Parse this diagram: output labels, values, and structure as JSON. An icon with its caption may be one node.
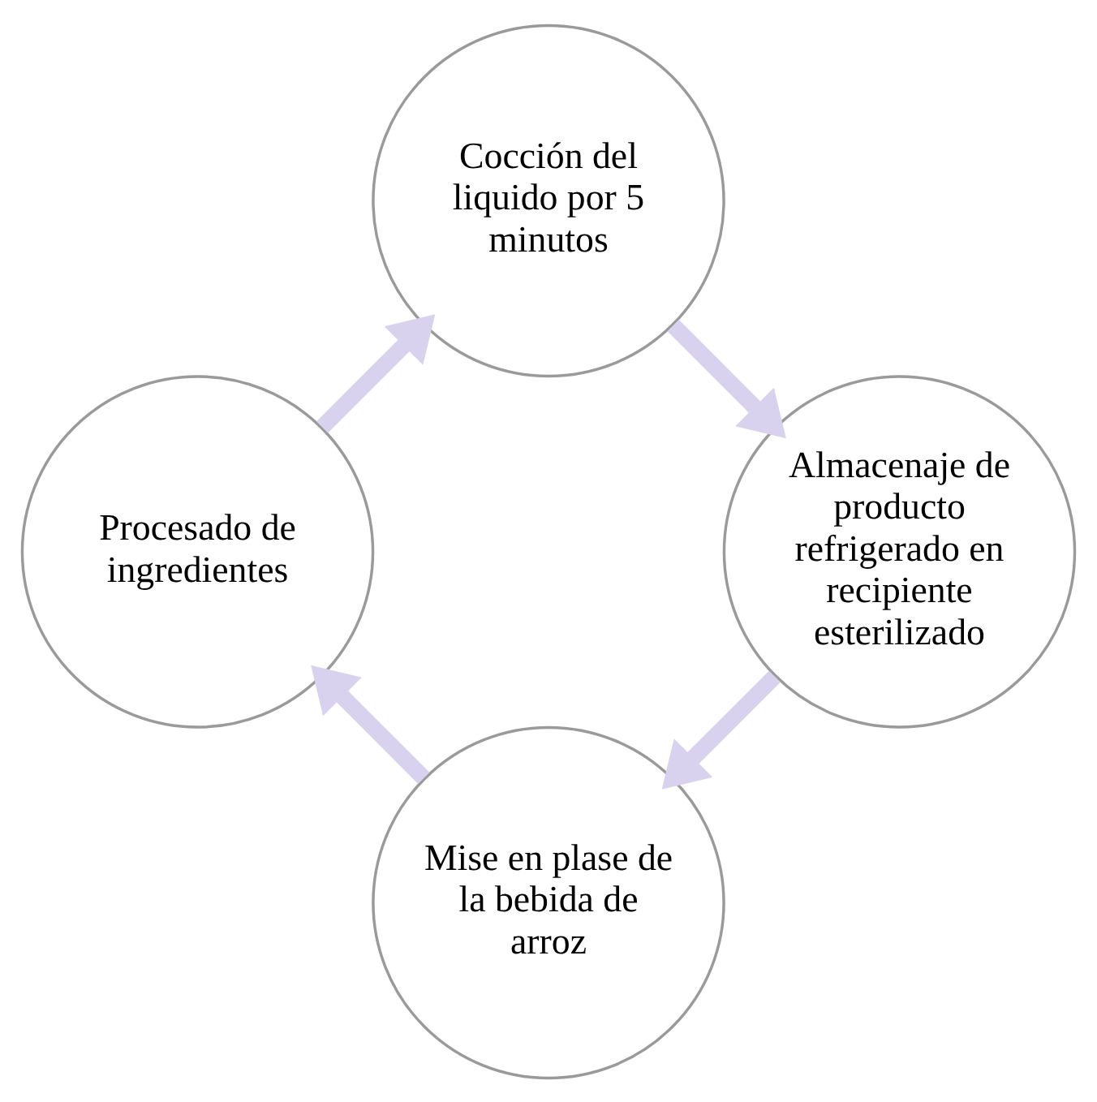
{
  "diagram": {
    "nodes": [
      {
        "text": [
          "Mise en plase de la bebida de arroz"
        ]
      },
      {
        "text": [
          "Procesado de ingredientes"
        ]
      },
      {
        "text": [
          "Cocción del liquido por 5 minutos"
        ]
      },
      {
        "text": [
          "Almacenaje de producto refrigerado en recipiente esterilizado"
        ]
      }
    ],
    "edges": [
      {
        "from": 0,
        "to": 1,
        "arrow": "to"
      },
      {
        "from": 1,
        "to": 2,
        "arrow": "to"
      },
      {
        "from": 2,
        "to": 3,
        "arrow": "to"
      },
      {
        "from": 3,
        "to": 0,
        "arrow": "to"
      }
    ]
  }
}
